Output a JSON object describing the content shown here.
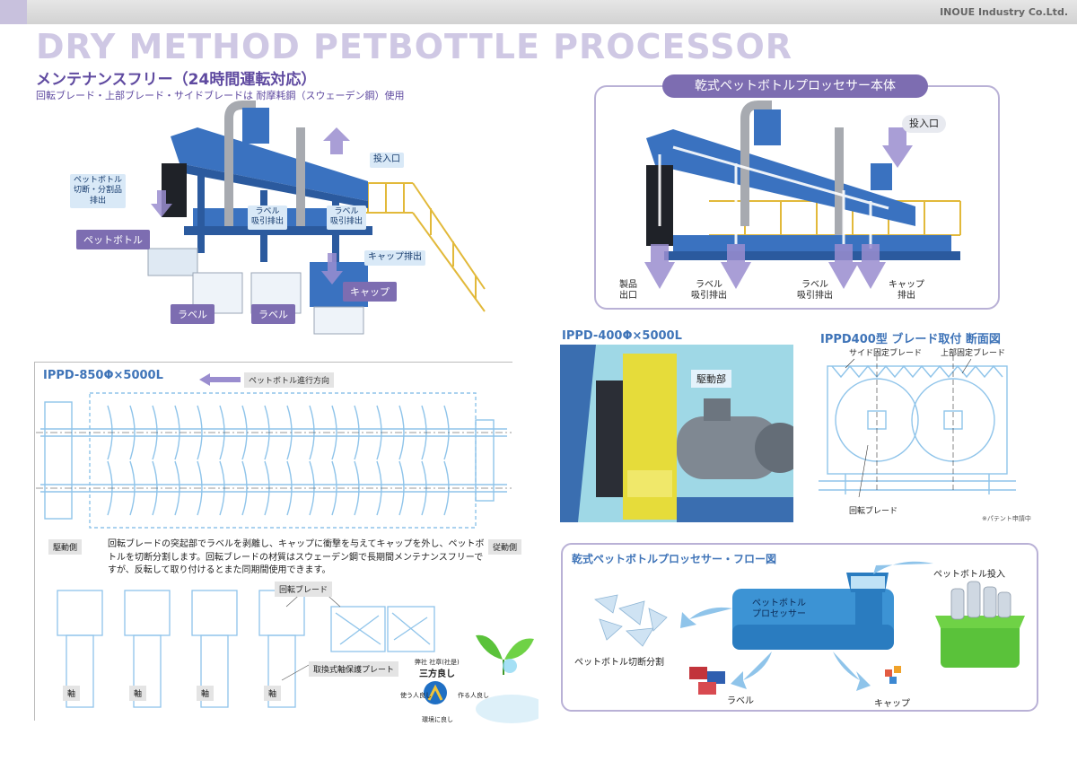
{
  "header": {
    "company": "INOUE Industry Co.Ltd.",
    "title": "DRY METHOD PETBOTTLE  PROCESSOR"
  },
  "maintenance": {
    "title": "メンテナンスフリー（24時間運転対応）",
    "subtitle": "回転ブレード・上部ブレード・サイドブレードは 耐摩耗鋼（スウェーデン鋼）使用"
  },
  "machine_main": {
    "callouts": {
      "petbottle_out_1": "ペットボトル",
      "petbottle_out_2": "切断・分割品",
      "petbottle_out_3": "排出",
      "label_suction_a_1": "ラベル",
      "label_suction_a_2": "吸引排出",
      "label_suction_b_1": "ラベル",
      "label_suction_b_2": "吸引排出",
      "inlet": "投入口",
      "cap_out": "キャップ排出"
    },
    "tags": {
      "petbottle": "ペットボトル",
      "cap": "キャップ",
      "label_1": "ラベル",
      "label_2": "ラベル"
    }
  },
  "body_panel": {
    "title": "乾式ペットボトルプロッセサー本体",
    "inlet": "投入口",
    "product_1": "製品",
    "product_2": "出口",
    "label_suction_1_a": "ラベル",
    "label_suction_1_b": "吸引排出",
    "label_suction_2_a": "ラベル",
    "label_suction_2_b": "吸引排出",
    "cap_1": "キャップ",
    "cap_2": "排出"
  },
  "ippd850": {
    "title": "IPPD-850Φ×5000L",
    "direction": "ペットボトル進行方向",
    "drive_side": "駆動側",
    "driven_side": "従動側",
    "description": "回転ブレードの突起部でラベルを剥離し、キャップに衝撃を与えてキャップを外し、ペットボトルを切断分割します。回転ブレードの材質はスウェーデン鋼で長期間メンテナンスフリーですが、反転して取り付けるとまた同期間使用できます。",
    "rotating_blade": "回転ブレード",
    "shaft_plate": "取換式軸保護プレート",
    "shaft": "軸"
  },
  "ippd400": {
    "title": "IPPD-400Φ×5000L",
    "drive": "駆動部"
  },
  "section": {
    "title": "IPPD400型 ブレード取付 断面図",
    "side_blade": "サイド固定ブレード",
    "top_blade": "上部固定ブレード",
    "rotating_blade": "回転ブレード",
    "patent": "※パテント申請中"
  },
  "flow": {
    "title": "乾式ペットボトルプロッセサー・フロー図",
    "input": "ペットボトル投入",
    "processor_1": "ペットボトル",
    "processor_2": "プロセッサー",
    "cut": "ペットボトル切断分割",
    "label": "ラベル",
    "cap": "キャップ"
  },
  "eco": {
    "company": "弊社 社章(社是)",
    "motto": "三方良し",
    "left": "使う人良し",
    "right": "作る人良し",
    "bottom": "環境に良し"
  },
  "colors": {
    "accent": "#7d6db1",
    "title_light": "#cfc8e4",
    "heading": "#3f74b8",
    "machine_blue": "#3a72c0",
    "rail_yellow": "#e2b93a"
  }
}
